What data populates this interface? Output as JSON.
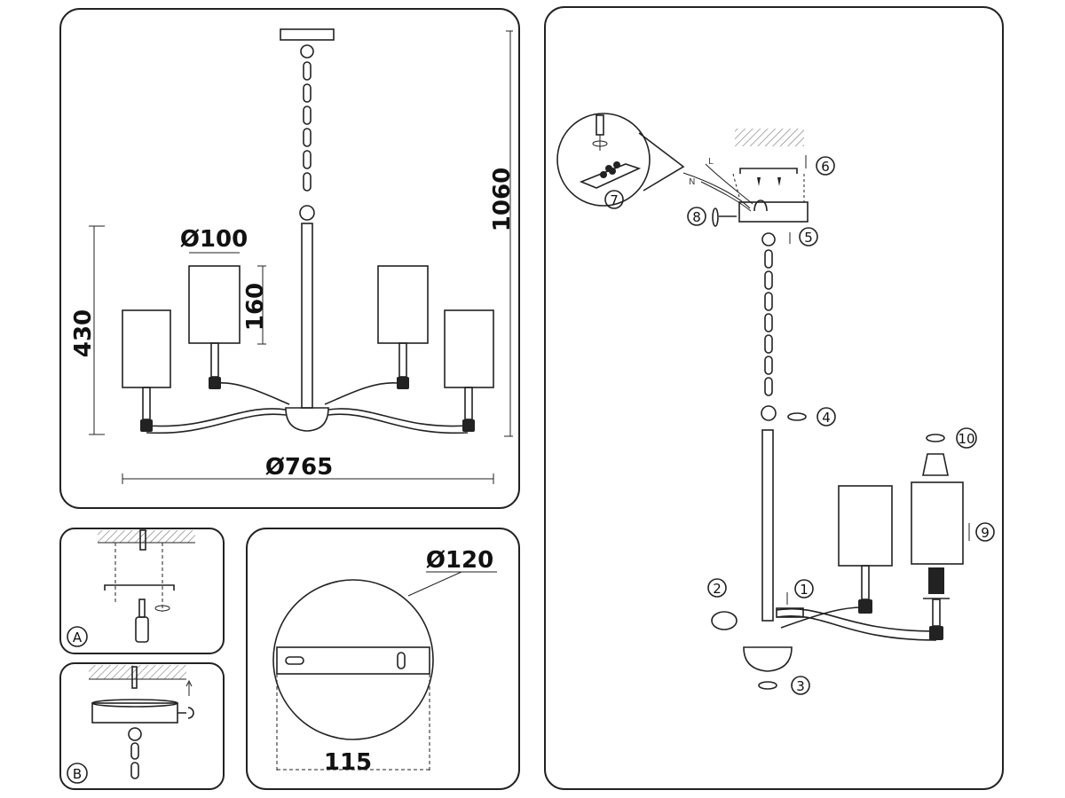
{
  "overview": {
    "diameter_shade": "Ø100",
    "shade_height": "160",
    "body_height": "430",
    "total_height": "1060",
    "total_diameter": "Ø765"
  },
  "ceiling_plate": {
    "diameter": "Ø120",
    "hole_spacing": "115"
  },
  "mounting_steps": {
    "a_label": "A",
    "b_label": "B"
  },
  "assembly": {
    "steps": [
      "1",
      "2",
      "3",
      "4",
      "5",
      "6",
      "7",
      "8",
      "9",
      "10"
    ],
    "wire_labels": {
      "live": "L",
      "neutral": "N"
    }
  },
  "colors": {
    "line": "#222222",
    "background": "#ffffff"
  }
}
